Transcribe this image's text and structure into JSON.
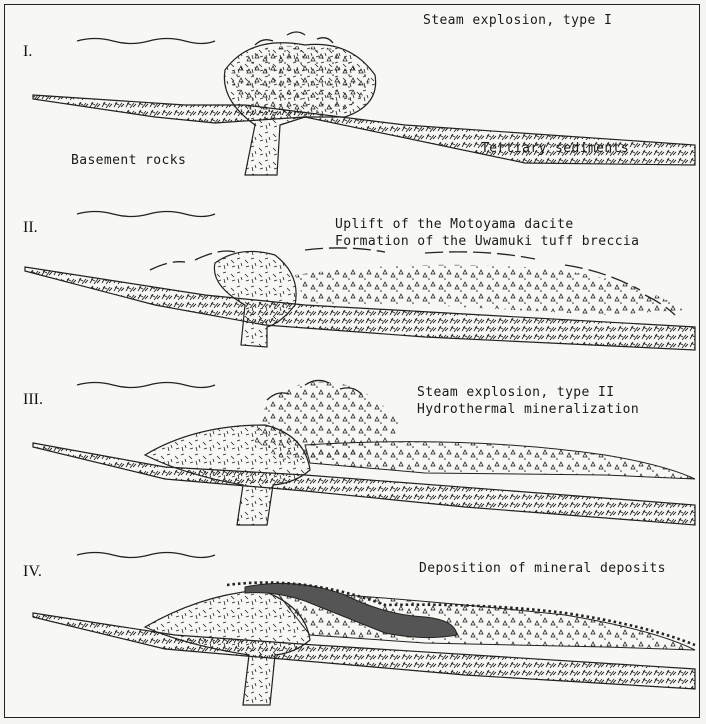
{
  "panels": [
    {
      "numeral": "I.",
      "lines": [
        "Steam explosion, type I"
      ]
    },
    {
      "numeral": "II.",
      "lines": [
        "Uplift of the Motoyama dacite",
        "Formation of the Uwamuki tuff breccia"
      ]
    },
    {
      "numeral": "III.",
      "lines": [
        "Steam explosion, type II",
        "Hydrothermal mineralization"
      ]
    },
    {
      "numeral": "IV.",
      "lines": [
        "Deposition of mineral deposits"
      ]
    }
  ],
  "labels": {
    "basement": "Basement rocks",
    "tertiary": "Tertiary sediments"
  },
  "colors": {
    "ink": "#1a1a1a",
    "ore": "#555555",
    "paper": "#f7f7f3"
  }
}
